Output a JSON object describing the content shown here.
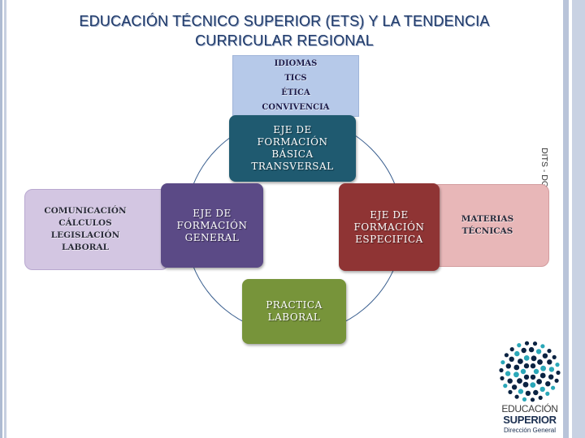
{
  "title": {
    "line1": "EDUCACIÓN TÉCNICO SUPERIOR (ETS) Y LA TENDENCIA",
    "line2": "CURRICULAR REGIONAL"
  },
  "side_label": "DITS - DGES - MEC",
  "top_box": {
    "items": [
      "IDIOMAS",
      "TICS",
      "ÉTICA",
      "CONVIVENCIA"
    ],
    "color": "#b6c9e9"
  },
  "left_box": {
    "items": [
      "COMUNICACIÓN",
      "CÁLCULOS",
      "LEGISLACIÓN",
      "LABORAL"
    ],
    "color": "#d3c6e2"
  },
  "right_box": {
    "items": [
      "MATERIAS",
      "TÉCNICAS"
    ],
    "color": "#e8b7b8"
  },
  "axes": {
    "basica": {
      "lines": [
        "EJE DE",
        "FORMACIÓN",
        "BÁSICA",
        "TRANSVERSAL"
      ],
      "color": "#1f5a70"
    },
    "general": {
      "lines": [
        "EJE DE",
        "FORMACIÓN",
        "GENERAL"
      ],
      "color": "#5b4a86"
    },
    "especifica": {
      "lines": [
        "EJE DE",
        "FORMACIÓN",
        "ESPECIFICA"
      ],
      "color": "#8f3434"
    },
    "practica": {
      "lines": [
        "PRACTICA",
        "LABORAL"
      ],
      "color": "#77943a"
    }
  },
  "logo": {
    "line1": "EDUCACIÓN",
    "line2": "SUPERIOR",
    "line3": "Dirección General",
    "dot_colors": [
      "#0a2342",
      "#2aa7b8"
    ]
  }
}
